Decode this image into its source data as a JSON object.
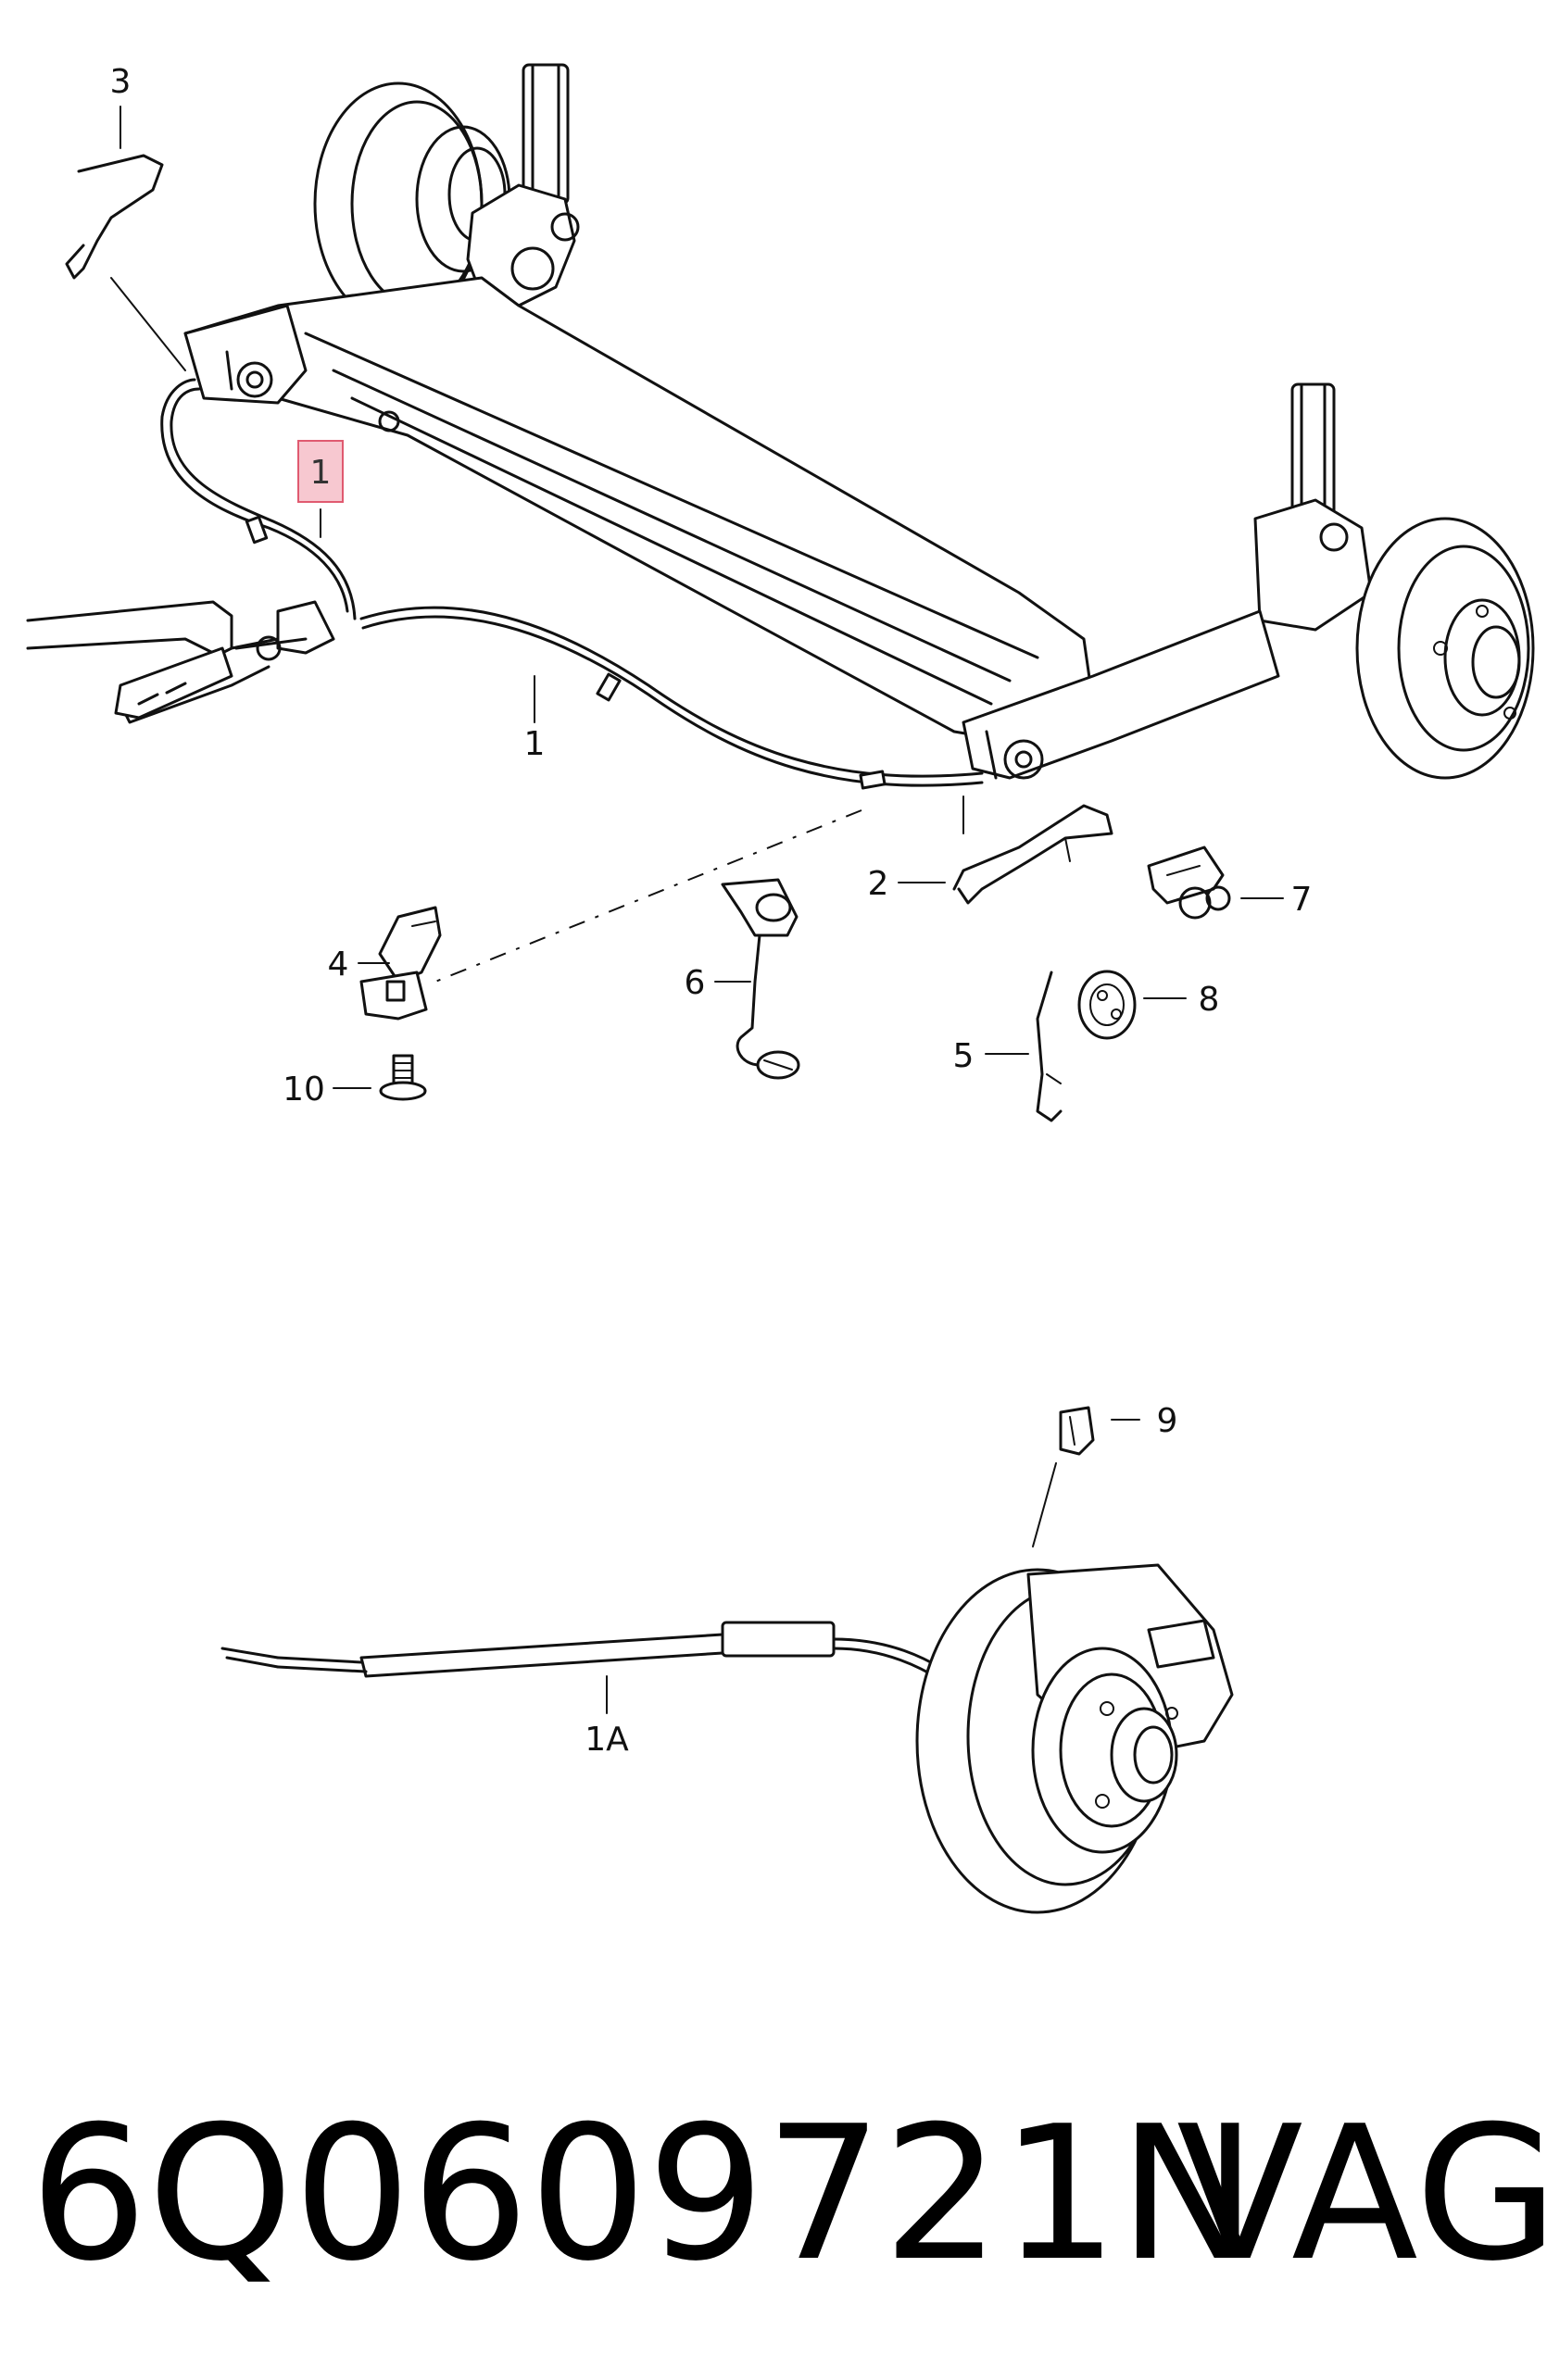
{
  "diagram": {
    "callouts": {
      "c1_highlight": "1",
      "c1": "1",
      "c1a": "1A",
      "c2": "2",
      "c3": "3",
      "c4": "4",
      "c5": "5",
      "c6": "6",
      "c7": "7",
      "c8": "8",
      "c9": "9",
      "c10": "10"
    },
    "highlight_color": "#f7c8d0",
    "highlight_border": "#e05a70"
  },
  "footer": {
    "part_number": "6Q0609721N",
    "brand": "VAG"
  }
}
